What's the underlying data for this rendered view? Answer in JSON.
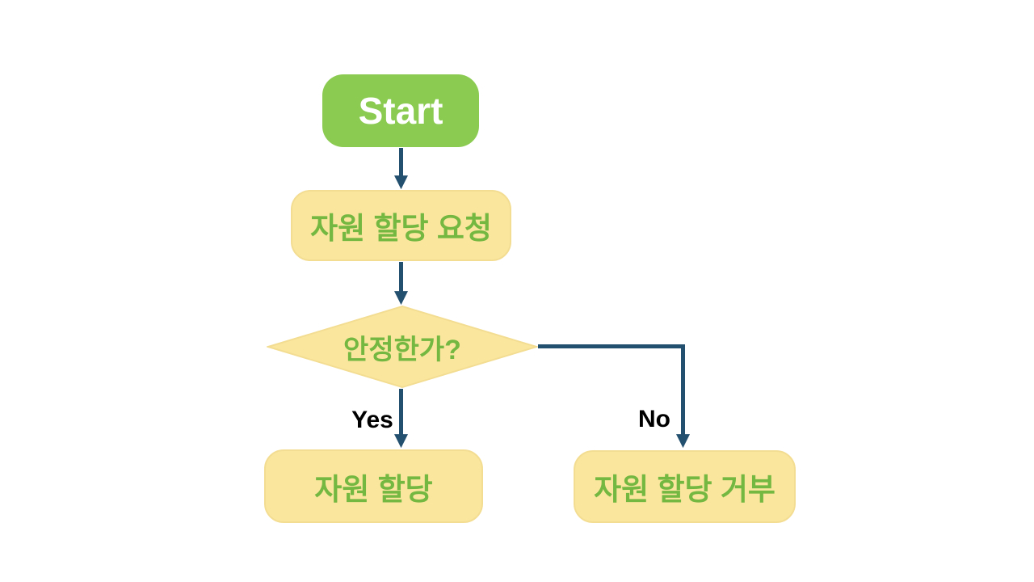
{
  "diagram": {
    "type": "flowchart",
    "nodes": {
      "start": {
        "label": "Start",
        "shape": "rounded-rect"
      },
      "request": {
        "label": "자원 할당 요청",
        "shape": "rounded-rect"
      },
      "decision": {
        "label": "안정한가?",
        "shape": "diamond"
      },
      "allocate": {
        "label": "자원 할당",
        "shape": "rounded-rect"
      },
      "deny": {
        "label": "자원 할당 거부",
        "shape": "rounded-rect"
      }
    },
    "edges": [
      {
        "from": "start",
        "to": "request",
        "label": ""
      },
      {
        "from": "request",
        "to": "decision",
        "label": ""
      },
      {
        "from": "decision",
        "to": "allocate",
        "label": "Yes"
      },
      {
        "from": "decision",
        "to": "deny",
        "label": "No"
      }
    ],
    "colors": {
      "start_fill": "#8CCB52",
      "start_text": "#FFFFFF",
      "node_fill": "#FBE69E",
      "node_border": "#F3DD92",
      "node_text": "#74B741",
      "connector": "#24506F",
      "edge_label_text": "#000000",
      "background": "#FFFFFF"
    }
  }
}
